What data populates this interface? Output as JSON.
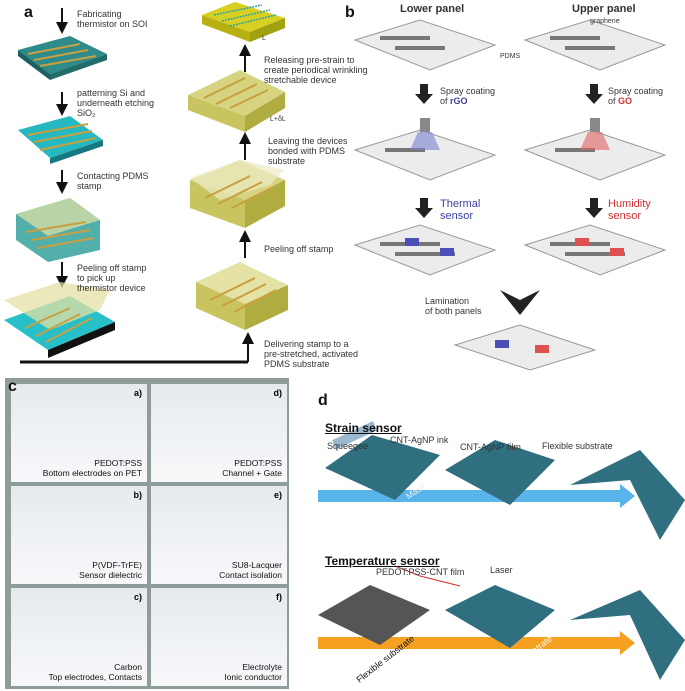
{
  "panel_a": {
    "label": "a",
    "left_steps": [
      "Fabricating\nthermistor on SOI",
      "patterning Si and\nunderneath etching\nSiO₂",
      "Contacting PDMS\nstamp",
      "Peeling off stamp\nto pick up\nthermistor device"
    ],
    "right_steps": [
      "Releasing pre-strain to\ncreate periodical wrinkling\nstretchable device",
      "Leaving the devices\nbonded with PDMS\nsubstrate",
      "Peeling off stamp",
      "Delivering stamp to a\npre-stretched, activated\nPDMS substrate"
    ],
    "dim_short": "L",
    "dim_long": "L+δL"
  },
  "panel_b": {
    "label": "b",
    "lower": "Lower panel",
    "upper": "Upper panel",
    "graphene": "graphene",
    "pdms": "PDMS",
    "spray_lower": "Spray coating\nof ",
    "spray_lower_mat": "rGO",
    "spray_upper": "Spray coating\nof ",
    "spray_upper_mat": "GO",
    "thermal": "Thermal\nsensor",
    "humidity": "Humidity\nsensor",
    "lamination": "Lamination\nof both panels",
    "colors": {
      "thermal": "#3a3fa0",
      "humidity": "#d03030"
    }
  },
  "panel_c": {
    "label": "c",
    "subs": [
      {
        "id": "a)",
        "text": "PEDOT:PSS\nBottom electrodes on PET"
      },
      {
        "id": "d)",
        "text": "PEDOT:PSS\nChannel + Gate"
      },
      {
        "id": "b)",
        "text": "P(VDF-TrFE)\nSensor dielectric"
      },
      {
        "id": "e)",
        "text": "SU8-Lacquer\nContact isolation"
      },
      {
        "id": "c)",
        "text": "Carbon\nTop electrodes, Contacts"
      },
      {
        "id": "f)",
        "text": "Electrolyte\nIonic conductor"
      }
    ]
  },
  "panel_d": {
    "label": "d",
    "strain_title": "Strain sensor",
    "squeegee": "Squeegee",
    "ink": "CNT-AgNP ink",
    "film": "CNT-AgNP film",
    "flex": "Flexible substrate",
    "mask": "Mask",
    "substrate": "Flexible substrate",
    "temp_title": "Temperature sensor",
    "pedot_film": "PEDOT:PSS-CNT film",
    "laser": "Laser",
    "colors": {
      "strain_arrow": "#5ab4ec",
      "temp_arrow": "#f5a020",
      "substrate": "#2f6f80"
    }
  }
}
